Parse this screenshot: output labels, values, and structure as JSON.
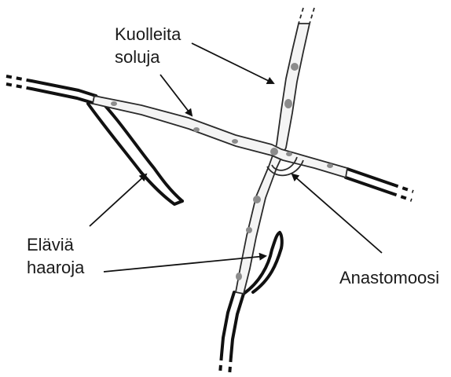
{
  "labels": {
    "dead_cells_line1": "Kuolleita",
    "dead_cells_line2": "soluja",
    "living_branches_line1": "Eläviä",
    "living_branches_line2": "haaroja",
    "anastomosis": "Anastomoosi"
  },
  "colors": {
    "living_hypha": "#111111",
    "dead_hypha_outline": "#2a2a2a",
    "dead_hypha_fill": "#f4f4f4",
    "dead_cell_remnant": "#8c8c8c",
    "arrow": "#111111",
    "text": "#1a1a1a"
  }
}
